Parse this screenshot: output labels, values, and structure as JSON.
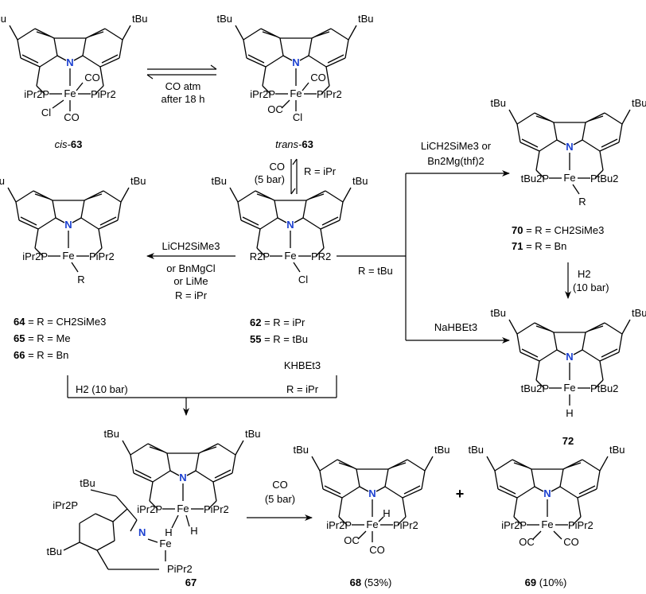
{
  "substituent_labels": {
    "tBu": "tBu",
    "R": "R",
    "P_iPr2_left": "iPr2P",
    "P_iPr2_right": "PiPr2",
    "P_tBu2_left": "tBu2P",
    "P_tBu2_right": "PtBu2",
    "P_R2_left": "R2P",
    "P_R2_right": "PR2",
    "Fe": "Fe",
    "N": "N",
    "CO": "CO",
    "OC": "OC",
    "Cl": "Cl",
    "H": "H"
  },
  "compounds": {
    "cis63": {
      "prefix": "cis-",
      "number": "63"
    },
    "trans63": {
      "prefix": "trans-",
      "number": "63"
    },
    "c62": {
      "number": "62",
      "text": " = R = iPr"
    },
    "c55": {
      "number": "55",
      "text": " = R = tBu"
    },
    "c64": {
      "number": "64",
      "text": " = R = CH2SiMe3"
    },
    "c65": {
      "number": "65",
      "text": " = R = Me"
    },
    "c66": {
      "number": "66",
      "text": " = R = Bn"
    },
    "c67": {
      "number": "67"
    },
    "c68": {
      "number": "68",
      "yield": " (53%)"
    },
    "c69": {
      "number": "69",
      "yield": " (10%)"
    },
    "c70": {
      "number": "70",
      "text": " = R = CH2SiMe3"
    },
    "c71": {
      "number": "71",
      "text": " = R = Bn"
    },
    "c72": {
      "number": "72"
    }
  },
  "conditions": {
    "cis_trans_line1": "CO atm",
    "cis_trans_line2": "after 18 h",
    "co5_line1": "CO",
    "co5_line2": "(5 bar)",
    "r_ipr": "R = iPr",
    "left_line1": "LiCH2SiMe3",
    "left_line2": "or BnMgCl",
    "left_line3": "or LiMe",
    "left_line4": "R = iPr",
    "r_tbu": "R = tBu",
    "top_right_line1": "LiCH2SiMe3 or",
    "top_right_line2": "Bn2Mg(thf)2",
    "h2_10bar_line1": "H2",
    "h2_10bar_line2": "(10 bar)",
    "nahbet3": "NaHBEt3",
    "h2_10bar_left": "H2 (10 bar)",
    "khbet3_line1": "KHBEt3",
    "khbet3_line2": "R = iPr",
    "co_5bar_bottom_1": "CO",
    "co_5bar_bottom_2": "(5 bar)",
    "plus": "+"
  }
}
